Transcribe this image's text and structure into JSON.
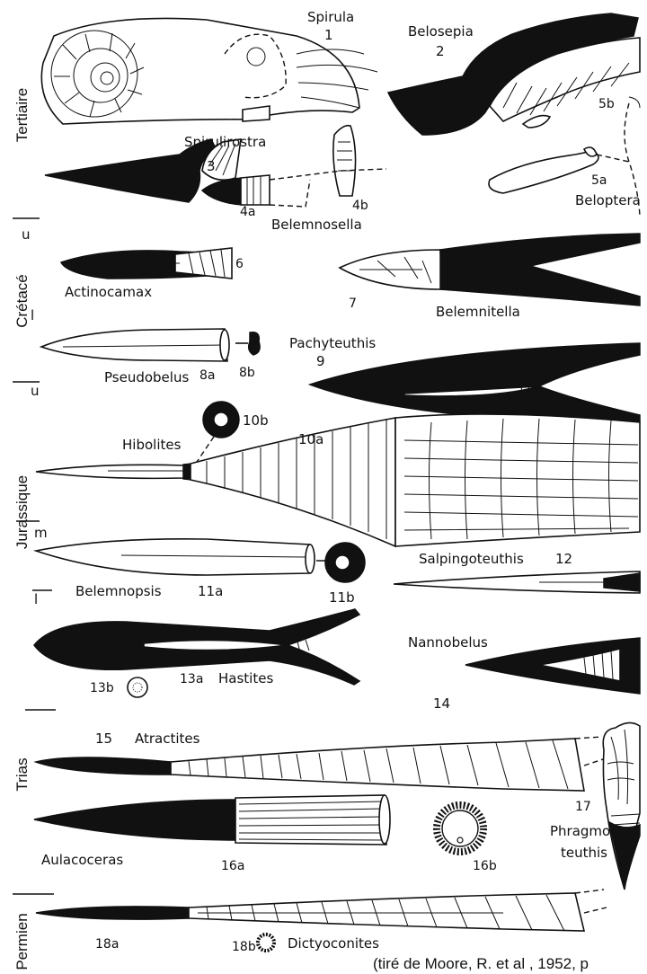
{
  "eras": [
    {
      "label": "Tertiaire"
    },
    {
      "label": "Crétacé"
    },
    {
      "label": "Jurassique"
    },
    {
      "label": "Trias"
    },
    {
      "label": "Permien"
    }
  ],
  "scale_letters": [
    "u",
    "l",
    "u",
    "m",
    "l"
  ],
  "specimens": {
    "spirula": {
      "name": "Spirula",
      "num": "1"
    },
    "belosepia": {
      "name": "Belosepia",
      "num": "2"
    },
    "spirulirostra": {
      "name": "Spirulirostra",
      "num": "3"
    },
    "belemnosella": {
      "name": "Belemnosella",
      "num_a": "4a",
      "num_b": "4b"
    },
    "beloptera": {
      "name": "Beloptera",
      "num_a": "5a",
      "num_b": "5b"
    },
    "actinocamax": {
      "name": "Actinocamax",
      "num": "6"
    },
    "belemnitella": {
      "name": "Belemnitella",
      "num": "7"
    },
    "pseudobelus": {
      "name": "Pseudobelus",
      "num_a": "8a",
      "num_b": "8b"
    },
    "pachyteuthis": {
      "name": "Pachyteuthis",
      "num": "9"
    },
    "hibolites": {
      "name": "Hibolites",
      "num_a": "10a",
      "num_b": "10b"
    },
    "belemnopsis": {
      "name": "Belemnopsis",
      "num_a": "11a",
      "num_b": "11b"
    },
    "salpingoteuthis": {
      "name": "Salpingoteuthis",
      "num": "12"
    },
    "hastites": {
      "name": "Hastites",
      "num_a": "13a",
      "num_b": "13b"
    },
    "nannobelus": {
      "name": "Nannobelus",
      "num": "14"
    },
    "atractites": {
      "name": "Atractites",
      "num": "15"
    },
    "aulacoceras": {
      "name": "Aulacoceras",
      "num_a": "16a",
      "num_b": "16b"
    },
    "phragmoteuthis": {
      "name_line1": "Phragmo",
      "name_line2": "teuthis",
      "num": "17"
    },
    "dictyoconites": {
      "name": "Dictyoconites",
      "num_a": "18a",
      "num_b": "18b"
    }
  },
  "source": "(tiré de Moore, R. et al , 1952, p"
}
